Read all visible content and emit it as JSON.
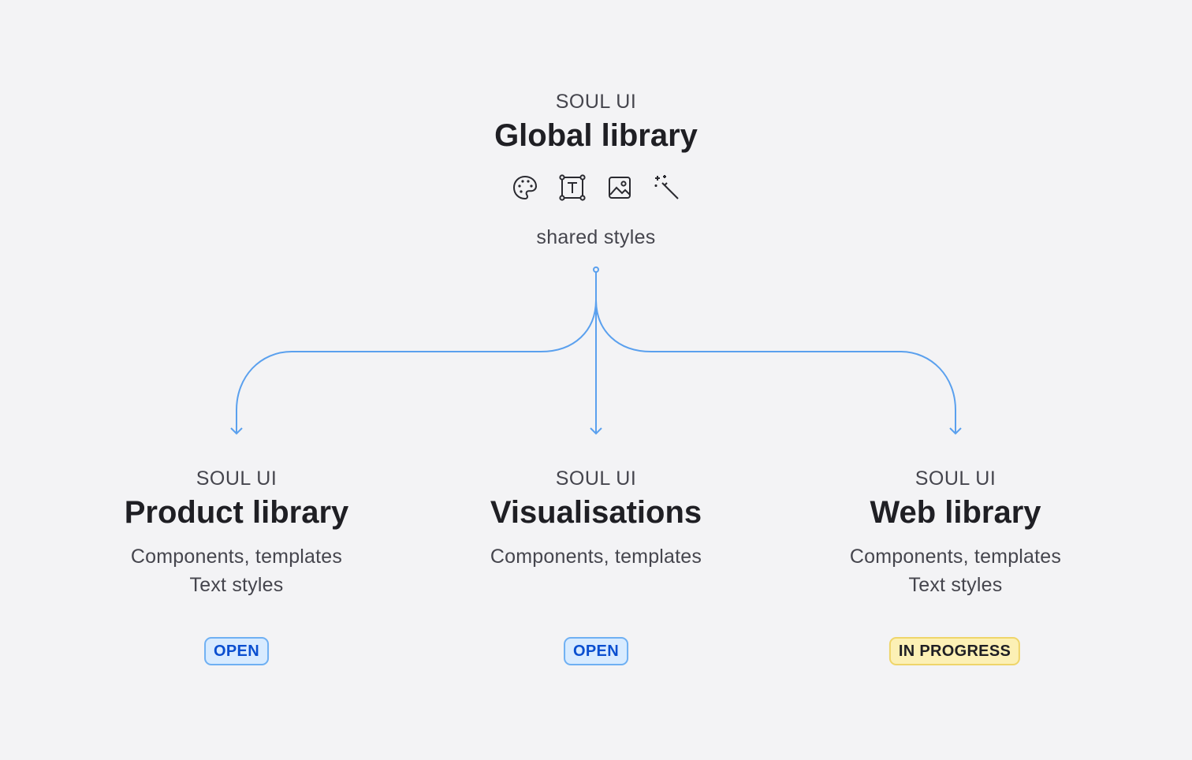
{
  "top": {
    "eyebrow": "SOUL UI",
    "title": "Global library",
    "icons": [
      "palette-icon",
      "text-frame-icon",
      "image-icon",
      "magic-wand-icon"
    ],
    "caption": "shared styles"
  },
  "libraries": [
    {
      "eyebrow": "SOUL UI",
      "title": "Product library",
      "desc_line1": "Components, templates",
      "desc_line2": "Text styles",
      "status": "OPEN"
    },
    {
      "eyebrow": "SOUL UI",
      "title": "Visualisations",
      "desc_line1": "Components, templates",
      "status": "OPEN"
    },
    {
      "eyebrow": "SOUL UI",
      "title": "Web library",
      "desc_line1": "Components, templates",
      "desc_line2": "Text styles",
      "status": "IN PROGRESS"
    }
  ],
  "colors": {
    "connector": "#5aa0ee",
    "open_badge_bg": "#d8ebff",
    "open_badge_text": "#0a4fd0",
    "progress_badge_bg": "#fcf0b5"
  }
}
